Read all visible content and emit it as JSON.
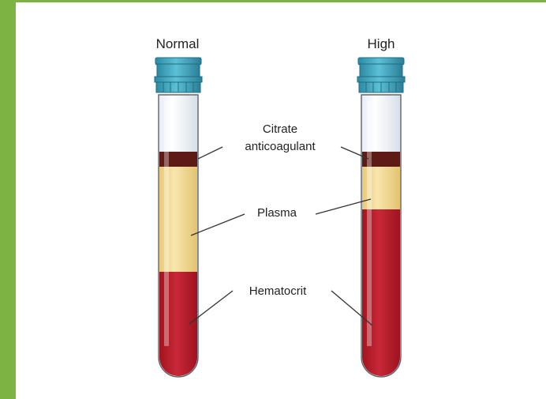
{
  "tubes": {
    "normal_title": "Normal",
    "high_title": "High"
  },
  "labels": {
    "citrate_line1": "Citrate",
    "citrate_line2": "anticoagulant",
    "plasma": "Plasma",
    "hematocrit": "Hematocrit"
  },
  "colors": {
    "background_accent": "#7cb342",
    "cap": "#3fa7c1",
    "anticoagulant": "#5e1a14",
    "plasma": "#f3dc9a",
    "blood": "#b81b2b"
  }
}
